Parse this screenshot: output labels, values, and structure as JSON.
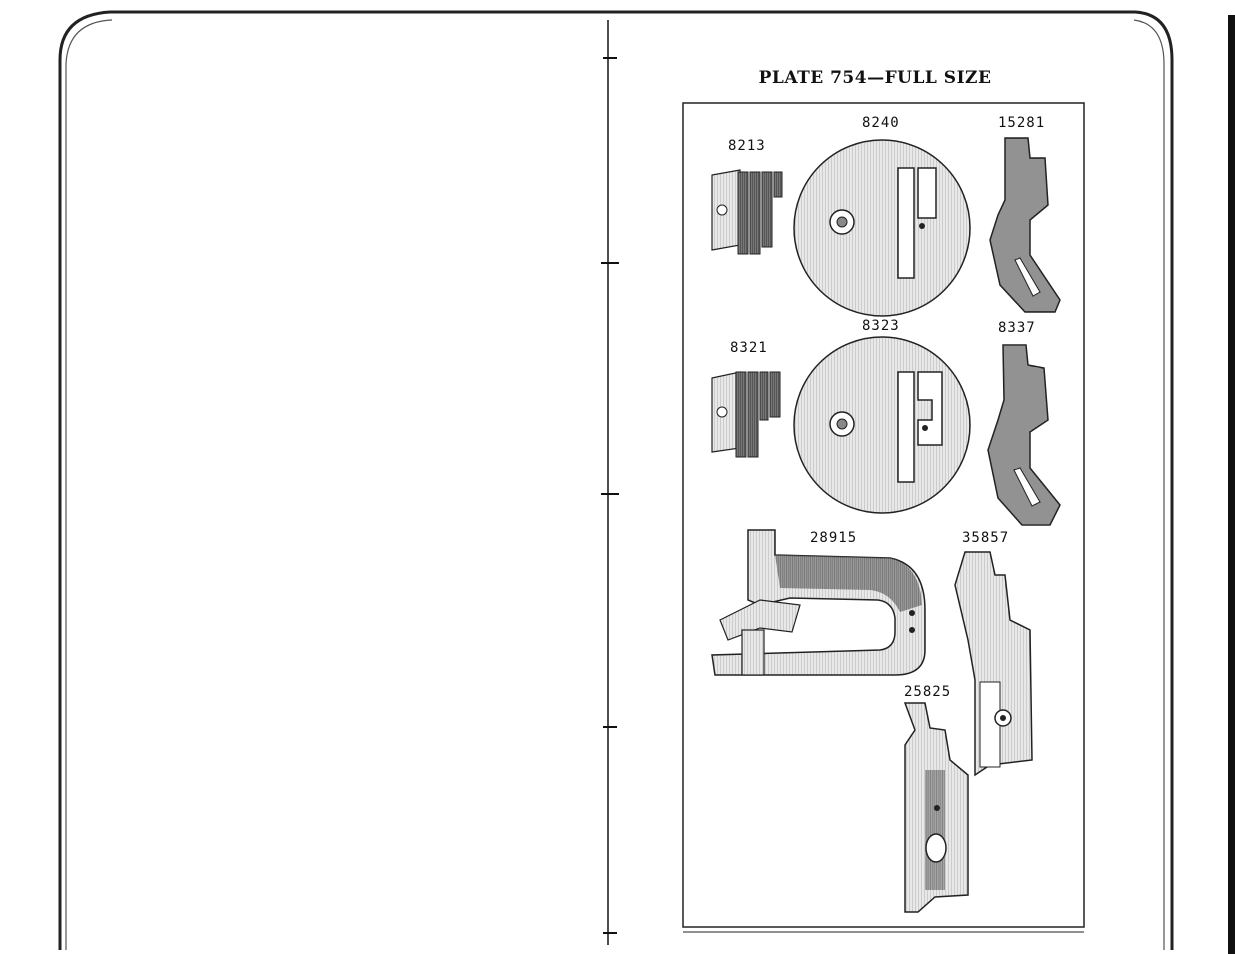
{
  "page": {
    "title": "PLATE 754—FULL SIZE"
  },
  "parts": [
    {
      "id": "p8213",
      "number": "8213",
      "kind": "feed-dog"
    },
    {
      "id": "p8240",
      "number": "8240",
      "kind": "throat-plate"
    },
    {
      "id": "p15281",
      "number": "15281",
      "kind": "presser-foot"
    },
    {
      "id": "p8321",
      "number": "8321",
      "kind": "feed-dog"
    },
    {
      "id": "p8323",
      "number": "8323",
      "kind": "throat-plate"
    },
    {
      "id": "p8337",
      "number": "8337",
      "kind": "presser-foot"
    },
    {
      "id": "p28915",
      "number": "28915",
      "kind": "bracket"
    },
    {
      "id": "p35857",
      "number": "35857",
      "kind": "binder-foot"
    },
    {
      "id": "p25825",
      "number": "25825",
      "kind": "binder-foot"
    }
  ],
  "colors": {
    "ink": "#1a1a1a",
    "metal_light": "#d9d9d9",
    "metal_dark": "#555555"
  }
}
